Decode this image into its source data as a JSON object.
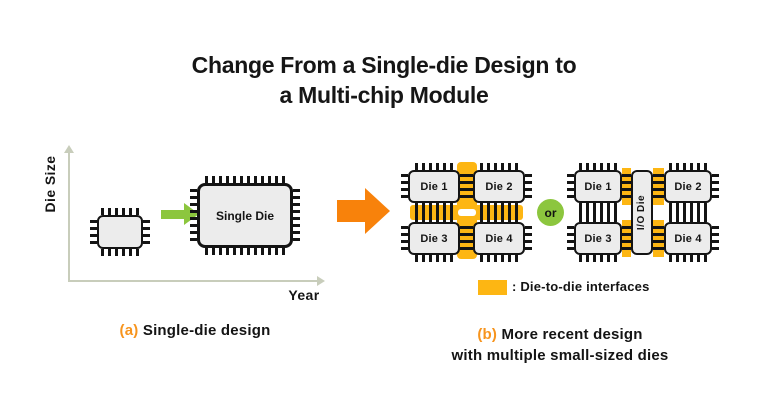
{
  "title": {
    "line1": "Change From a Single-die Design to",
    "line2": "a Multi-chip Module"
  },
  "chart": {
    "y_axis_label": "Die Size",
    "x_axis_label": "Year",
    "single_die_label": "Single Die"
  },
  "module_a": {
    "dies": [
      "Die 1",
      "Die 2",
      "Die 3",
      "Die 4"
    ]
  },
  "module_b": {
    "dies": [
      "Die 1",
      "Die 2",
      "Die 3",
      "Die 4"
    ],
    "io_die_label": "I/O Die"
  },
  "or_label": "or",
  "legend": {
    "label": ": Die-to-die interfaces"
  },
  "captions": {
    "a_marker": "(a)",
    "a_text": "Single-die design",
    "b_marker": "(b)",
    "b_line1": "More recent design",
    "b_line2": "with multiple small-sized dies"
  },
  "colors": {
    "amber": "#FDB613",
    "arrow-orange": "#F8820B",
    "marker-orange": "#F7941D",
    "green": "#8CC63E",
    "axis": "#C8CDBB"
  }
}
